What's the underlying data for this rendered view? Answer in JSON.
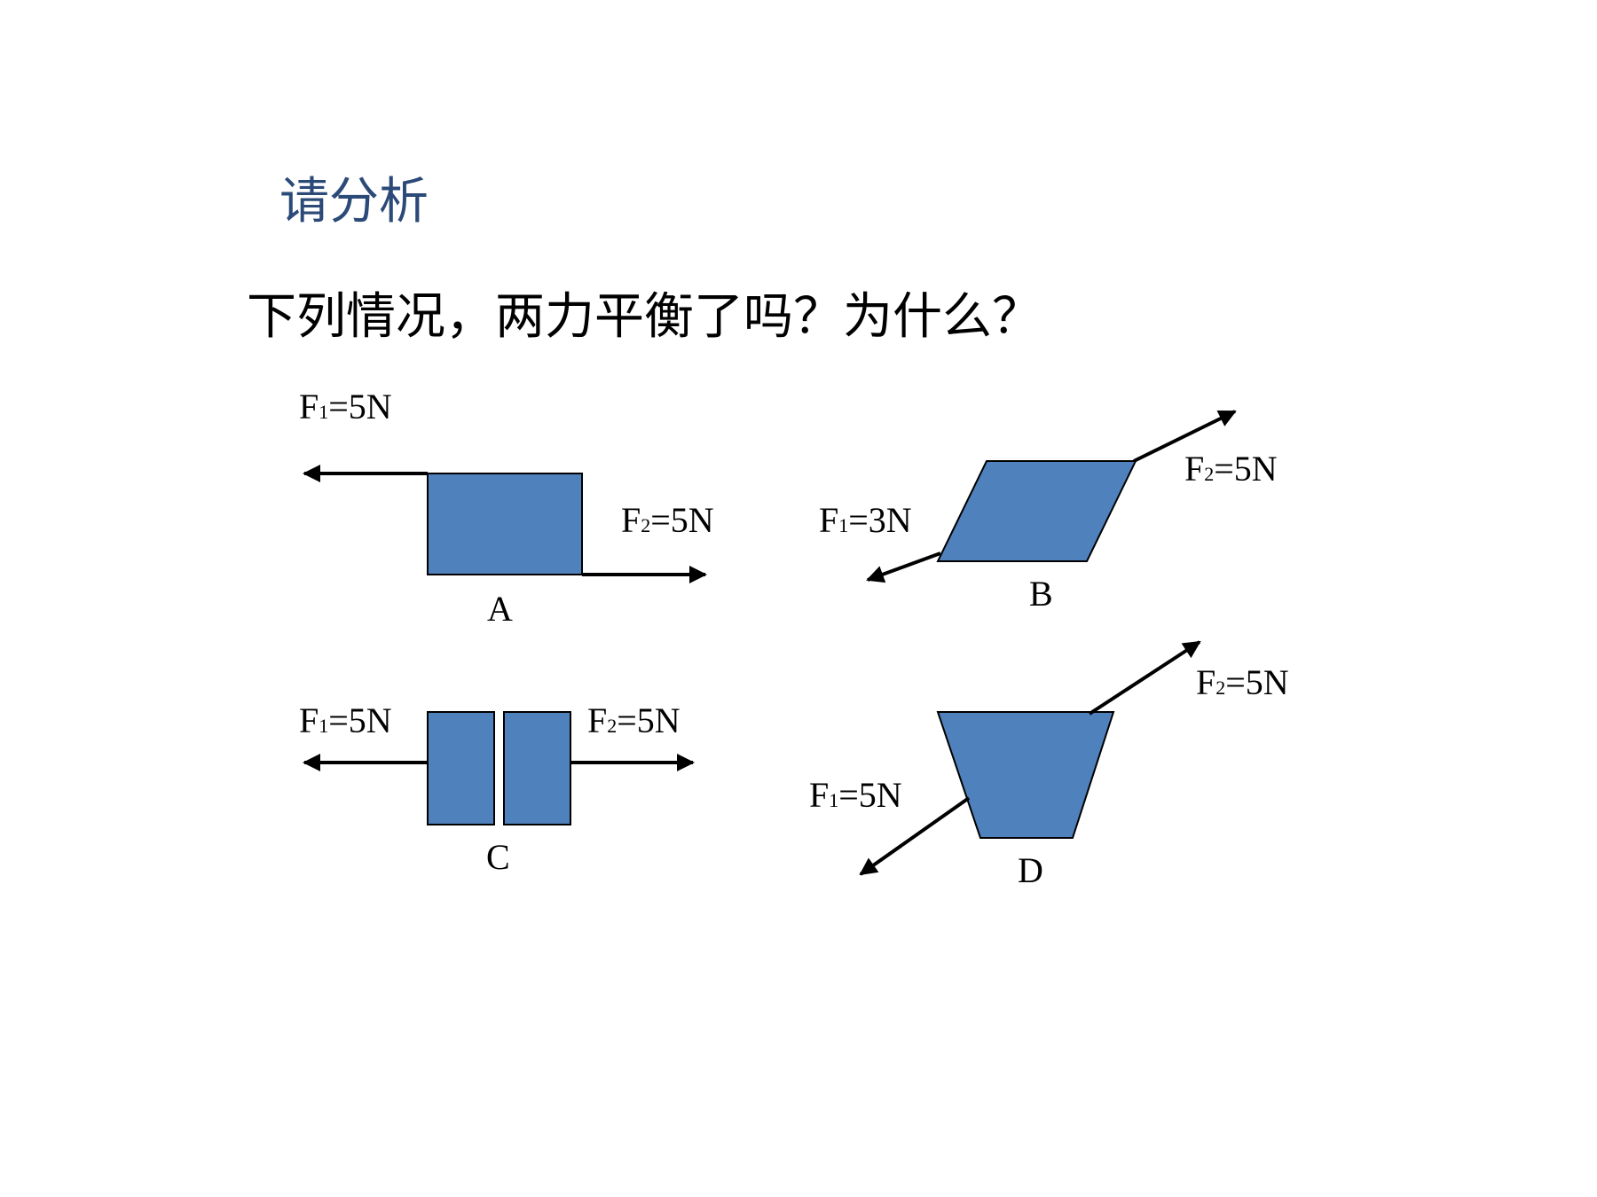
{
  "slide": {
    "title": "请分析",
    "question": "下列情况，两力平衡了吗？为什么？"
  },
  "colors": {
    "shape_fill": "#4f81bd",
    "title_color": "#2c4a78"
  },
  "cases": {
    "A": {
      "letter": "A",
      "f1": {
        "name": "F",
        "sub": "1",
        "value": "=5N"
      },
      "f2": {
        "name": "F",
        "sub": "2",
        "value": "=5N"
      }
    },
    "B": {
      "letter": "B",
      "f1": {
        "name": "F",
        "sub": "1",
        "value": "=3N"
      },
      "f2": {
        "name": "F",
        "sub": "2",
        "value": "=5N"
      }
    },
    "C": {
      "letter": "C",
      "f1": {
        "name": "F",
        "sub": "1",
        "value": "=5N"
      },
      "f2": {
        "name": "F",
        "sub": "2",
        "value": "=5N"
      }
    },
    "D": {
      "letter": "D",
      "f1": {
        "name": "F",
        "sub": "1",
        "value": "=5N"
      },
      "f2": {
        "name": "F",
        "sub": "2",
        "value": "=5N"
      }
    }
  }
}
